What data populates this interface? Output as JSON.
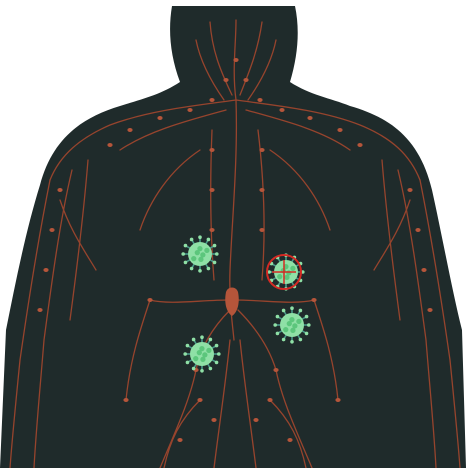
{
  "scene": {
    "subject": "lymphatic-system-illustration",
    "colors": {
      "background": "#ffffff",
      "silhouette": "#1f2b2b",
      "vessels": "#a4472e",
      "node": "#b5553a",
      "virus_body": "#8fe0a6",
      "virus_core": "#5cc67c",
      "virus_spike": "#4a9a8a",
      "marker": "#d42a24"
    },
    "viruses": [
      {
        "name": "virus-upper-left",
        "targeted": false
      },
      {
        "name": "virus-targeted",
        "targeted": true
      },
      {
        "name": "virus-right",
        "targeted": false
      },
      {
        "name": "virus-lower-left",
        "targeted": false
      }
    ]
  }
}
